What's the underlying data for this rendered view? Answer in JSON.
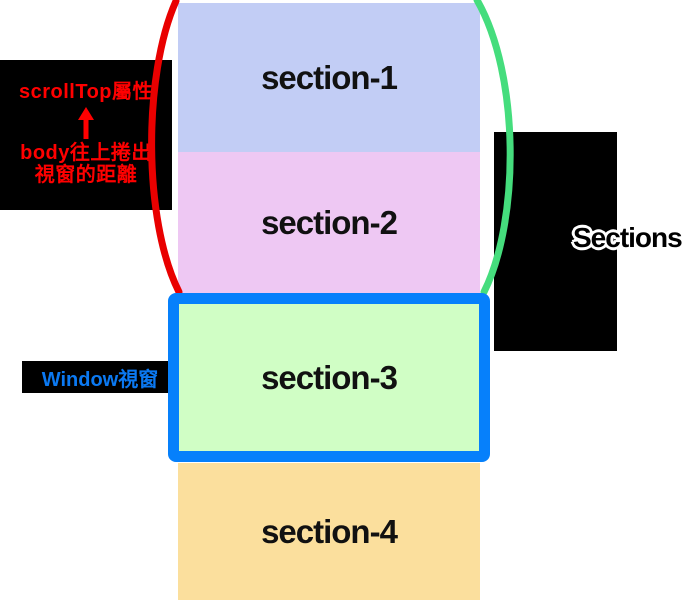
{
  "sections": [
    {
      "label": "section-1",
      "color": "#c2cdf5"
    },
    {
      "label": "section-2",
      "color": "#eec8f3"
    },
    {
      "label": "section-3",
      "color": "#d0fec5"
    },
    {
      "label": "section-4",
      "color": "#fbdf9d"
    }
  ],
  "viewport": {
    "border_color": "#0680fb"
  },
  "labels": {
    "scrolltop": {
      "line1": "scrollTop屬性",
      "line2": "body往上捲出",
      "line3": "視窗的距離",
      "arrow_icon": "arrow-up",
      "text_color": "#ff0000",
      "bg_color": "#000000"
    },
    "window": {
      "text": "Window視窗",
      "text_color": "#0b79f2",
      "bg_color": "#000000"
    },
    "sections_callout": {
      "text": "Sections",
      "text_color": "#000000",
      "outline_color": "#ffffff",
      "bg_color": "#000000"
    }
  },
  "arcs": {
    "left_color": "#e90000",
    "right_color": "#45dd7d"
  }
}
